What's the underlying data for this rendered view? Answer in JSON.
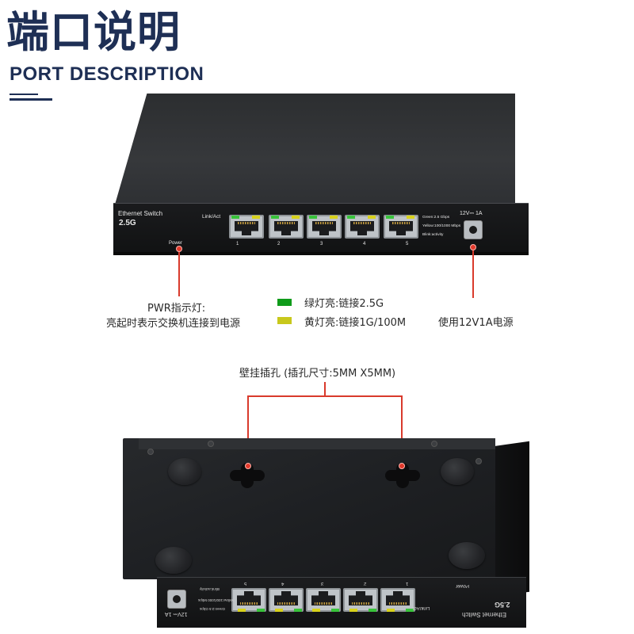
{
  "header": {
    "title_cn": "端口说明",
    "title_en": "PORT DESCRIPTION"
  },
  "front_panel": {
    "brand": "Ethernet Switch",
    "speed": "2.5G",
    "power_label": "Power",
    "link_act": "Link/Act",
    "port_numbers": [
      "1",
      "2",
      "3",
      "4",
      "5"
    ],
    "legend_green": "Green:2.5 Gbps",
    "legend_yellow": "Yellow:100/1000 Mbps",
    "legend_blink": "Blink:activity",
    "dc_rating": "12V⎓ 1A"
  },
  "annotations": {
    "pwr_title": "PWR指示灯:",
    "pwr_desc": "亮起时表示交换机连接到电源",
    "green_desc": "绿灯亮:链接2.5G",
    "yellow_desc": "黄灯亮:链接1G/100M",
    "power_desc": "使用12V1A电源",
    "wall_mount": "壁挂插孔 (插孔尺寸:5MM X5MM)"
  },
  "bottom_panel": {
    "brand": "Ethernet Switch",
    "speed": "2.5G",
    "power_label": "Power",
    "link_act": "Link/Act",
    "port_numbers": [
      "5",
      "4",
      "3",
      "2",
      "1"
    ],
    "legend_yellow": "Yellow:100/1000 Mbps",
    "legend_green": "Green:2.5 Gbps",
    "legend_blink": "Blink:activity",
    "dc_rating": "12V⎓ 1A"
  },
  "colors": {
    "title": "#1e2f55",
    "accent_red": "#d93a2c",
    "led_green": "#38c33a",
    "led_yellow": "#d8d21c",
    "swatch_green": "#0f9b1a",
    "swatch_yellow": "#c8c81c"
  }
}
